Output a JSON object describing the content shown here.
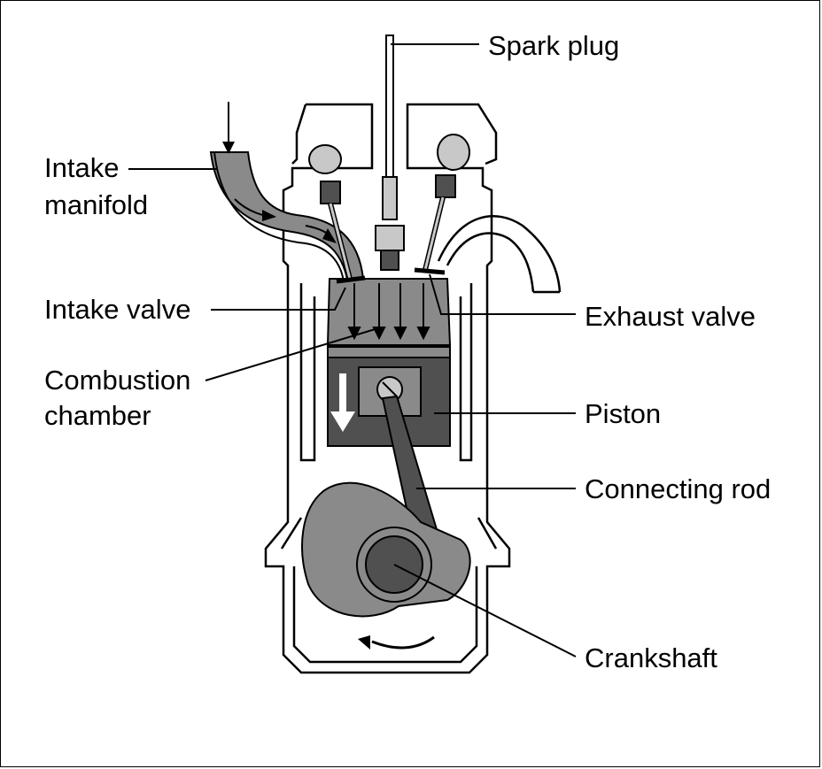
{
  "labels": {
    "spark_plug": "Spark plug",
    "intake_manifold_line1": "Intake",
    "intake_manifold_line2": "manifold",
    "intake_valve": "Intake valve",
    "combustion_chamber_line1": "Combustion",
    "combustion_chamber_line2": "chamber",
    "exhaust_valve": "Exhaust valve",
    "piston": "Piston",
    "connecting_rod": "Connecting rod",
    "crankshaft": "Crankshaft"
  },
  "colors": {
    "outline": "#000000",
    "gray_fill": "#8a8a8a",
    "dark_fill": "#505050",
    "light_fill": "#c8c8c8"
  }
}
